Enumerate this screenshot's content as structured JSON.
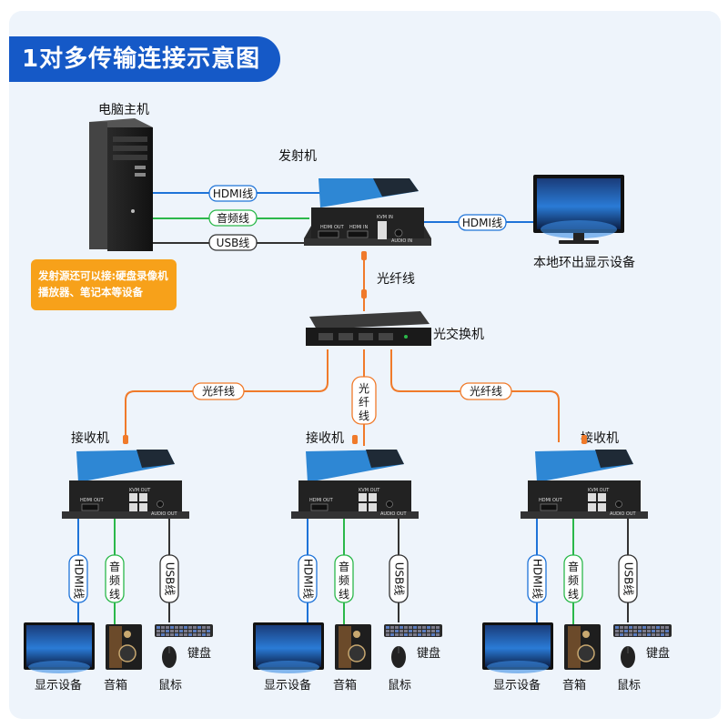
{
  "title": "1对多传输连接示意图",
  "colors": {
    "accent": "#1559c7",
    "note_bg": "#f7a11a",
    "hdmi": "#1e73d8",
    "audio": "#2bb84a",
    "usb": "#333333",
    "fiber": "#f07a2a"
  },
  "labels": {
    "pc": "电脑主机",
    "transmitter": "发射机",
    "local_display": "本地环出显示设备",
    "fiber": "光纤线",
    "switch": "光交换机",
    "receiver": "接收机",
    "display": "显示设备",
    "speaker": "音箱",
    "mouse": "鼠标",
    "keyboard": "键盘"
  },
  "cables": {
    "hdmi": "HDMI线",
    "audio": "音频线",
    "usb": "USB线"
  },
  "note": {
    "line1": "发射源还可以接:硬盘录像机",
    "line2": "播放器、笔记本等设备"
  },
  "ports": {
    "hdmi_out": "HDMI OUT",
    "hdmi_in": "HDMI IN",
    "kvm_in": "KVM IN",
    "audio_in": "AUDIO IN",
    "kvm_out": "KVM OUT",
    "audio_out": "AUDIO OUT"
  }
}
